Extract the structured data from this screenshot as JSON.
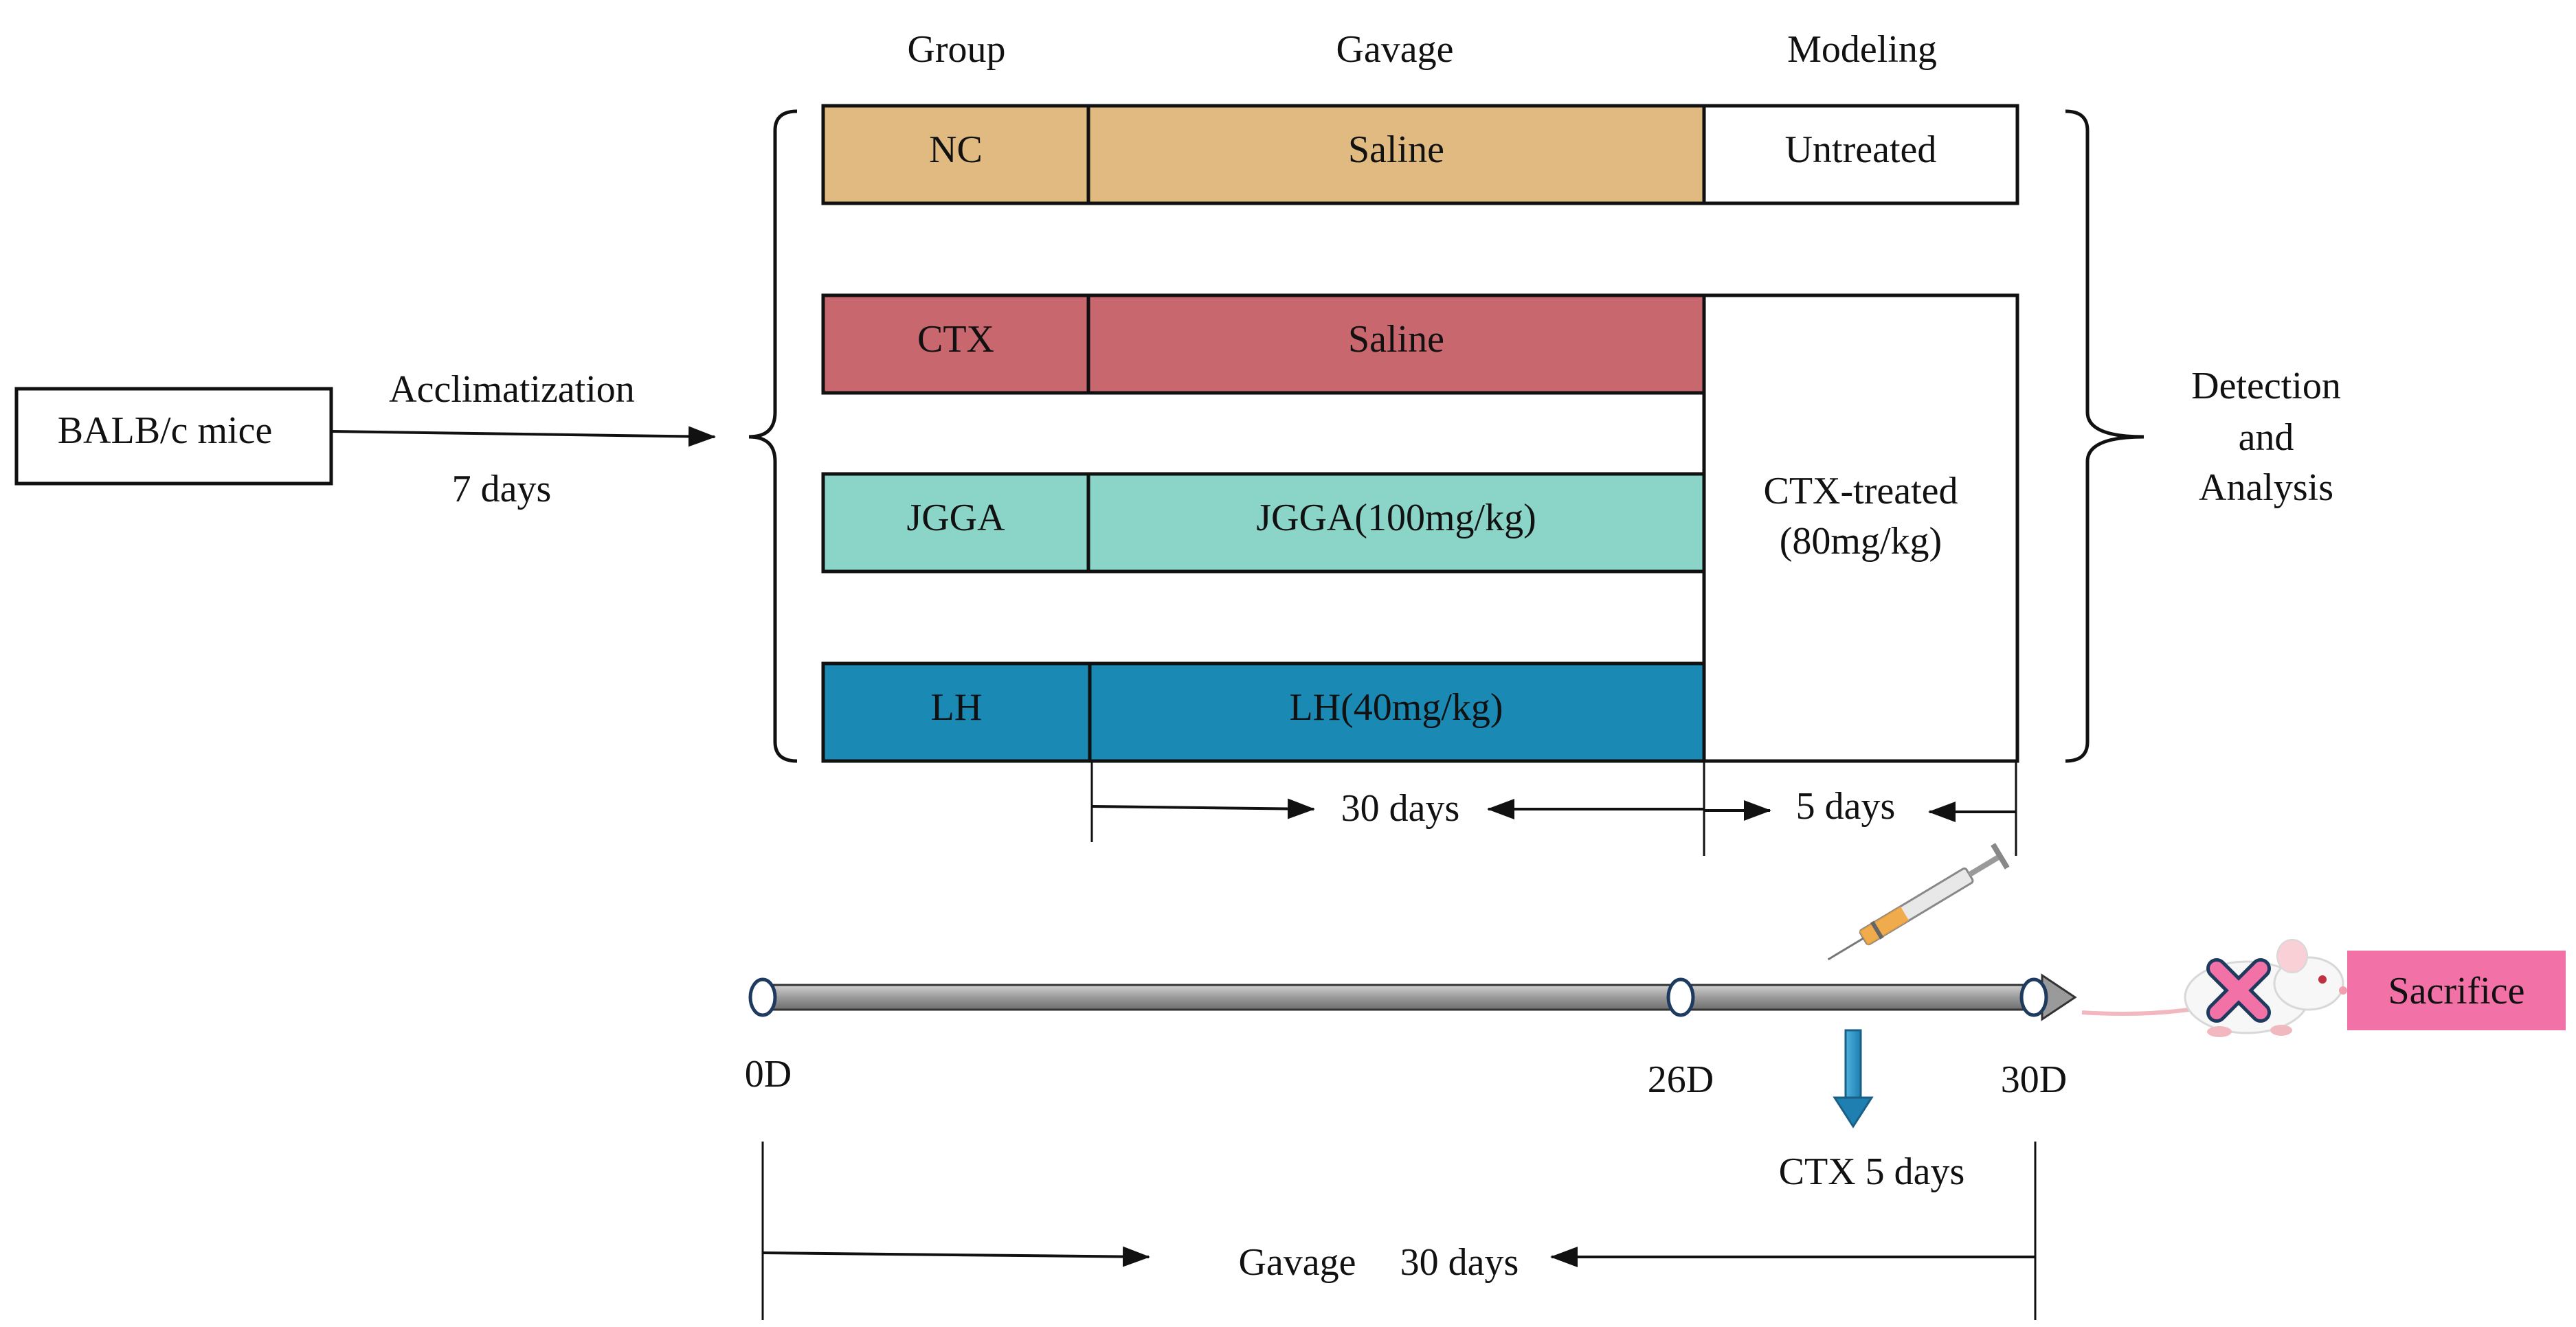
{
  "headers": {
    "group": "Group",
    "gavage": "Gavage",
    "modeling": "Modeling"
  },
  "start": {
    "box_label": "BALB/c mice",
    "arrow_top": "Acclimatization",
    "arrow_bottom": "7 days"
  },
  "groups": [
    {
      "group": "NC",
      "gavage": "Saline",
      "color": "#E0BA80"
    },
    {
      "group": "CTX",
      "gavage": "Saline",
      "color": "#C8676E"
    },
    {
      "group": "JGGA",
      "gavage": "JGGA(100mg/kg)",
      "color": "#8BD4C8"
    },
    {
      "group": "LH",
      "gavage": "LH(40mg/kg)",
      "color": "#1A8AB5"
    }
  ],
  "modeling": {
    "untreated": "Untreated",
    "treated_line1": "CTX-treated",
    "treated_line2": "(80mg/kg)"
  },
  "outcome": {
    "line1": "Detection",
    "line2": "and",
    "line3": "Analysis"
  },
  "durations": {
    "gavage": "30 days",
    "modeling": "5 days"
  },
  "timeline": {
    "points": [
      "0D",
      "26D",
      "30D"
    ],
    "ctx_label": "CTX 5 days",
    "end_label": "Sacrifice",
    "end_color": "#F272A8",
    "bottom_label_a": "Gavage",
    "bottom_label_b": "30 days"
  }
}
